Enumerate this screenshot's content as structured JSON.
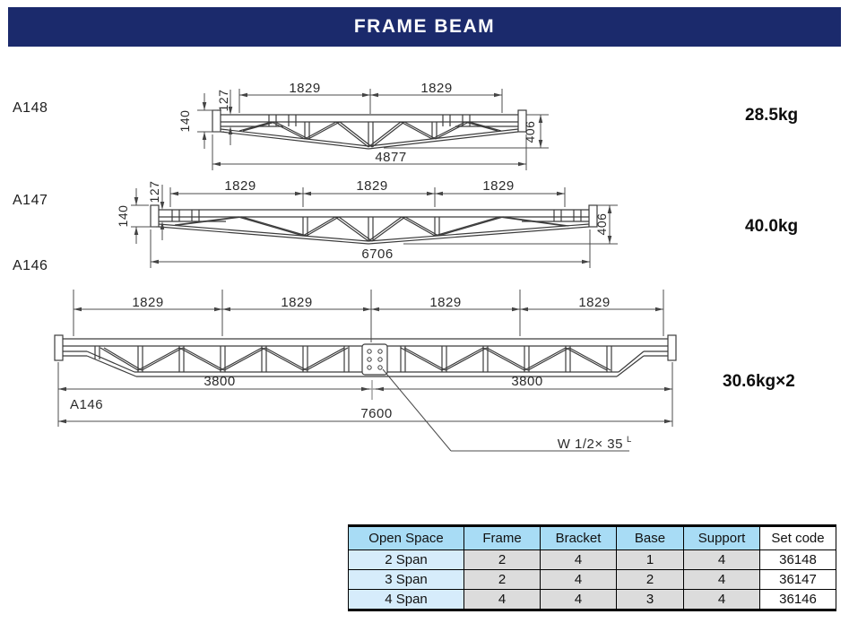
{
  "header": {
    "title": "FRAME BEAM",
    "bg_color": "#1b2a6c",
    "text_color": "#ffffff"
  },
  "drawings": {
    "a148": {
      "label": "A148",
      "weight": "28.5kg",
      "dims": {
        "spans": [
          "1829",
          "1829"
        ],
        "total": "4877",
        "plate_height": "140",
        "end_depth": "127",
        "mid_depth": "406"
      }
    },
    "a147": {
      "label": "A147",
      "weight": "40.0kg",
      "dims": {
        "spans": [
          "1829",
          "1829",
          "1829"
        ],
        "total": "6706",
        "plate_height": "140",
        "end_depth": "127",
        "mid_depth": "406"
      }
    },
    "a146": {
      "label": "A146",
      "weight": "30.6kg×2",
      "sub_label": "A146",
      "bolt_note": "W 1/2× 35",
      "bolt_note_sup": "L",
      "dims": {
        "spans": [
          "1829",
          "1829",
          "1829",
          "1829"
        ],
        "halves": [
          "3800",
          "3800"
        ],
        "total": "7600"
      }
    }
  },
  "table": {
    "columns": [
      "Open Space",
      "Frame",
      "Bracket",
      "Base",
      "Support",
      "Set code"
    ],
    "rows": [
      {
        "open_space": "2 Span",
        "frame": "2",
        "bracket": "4",
        "base": "1",
        "support": "4",
        "set_code": "36148"
      },
      {
        "open_space": "3 Span",
        "frame": "2",
        "bracket": "4",
        "base": "2",
        "support": "4",
        "set_code": "36147"
      },
      {
        "open_space": "4 Span",
        "frame": "4",
        "bracket": "4",
        "base": "3",
        "support": "4",
        "set_code": "36146"
      }
    ],
    "colors": {
      "header_bg": "#a8dcf5",
      "row_label_bg": "#d6ecfb",
      "value_bg": "#dcdcdc",
      "code_bg": "#ffffff"
    }
  },
  "line_color": "#3c3c3c"
}
